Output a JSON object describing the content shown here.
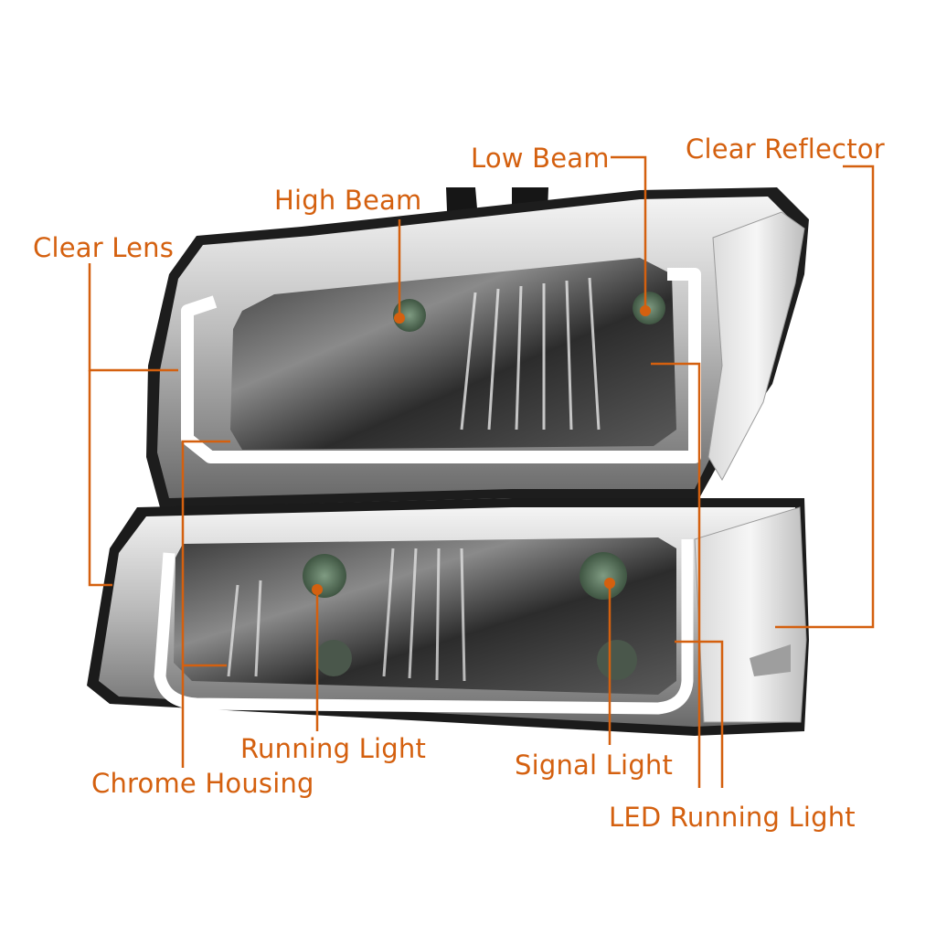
{
  "labels": {
    "low_beam": "Low Beam",
    "clear_reflector": "Clear Reflector",
    "high_beam": "High Beam",
    "clear_lens": "Clear Lens",
    "running_light": "Running Light",
    "signal_light": "Signal Light",
    "chrome_housing": "Chrome Housing",
    "led_running_light": "LED Running Light"
  },
  "colors": {
    "callout": "#d4600f",
    "chrome": "#d8d8d8",
    "housing_dark": "#1b1b1b",
    "led_glow": "#ffffff",
    "bulb_green": "#5f7a63"
  }
}
